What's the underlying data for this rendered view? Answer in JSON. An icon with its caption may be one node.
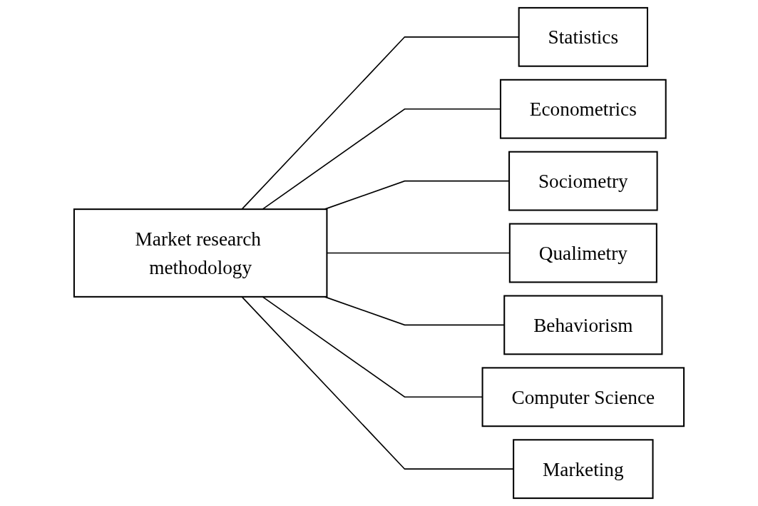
{
  "diagram": {
    "nodes": [
      {
        "text": [
          "Market research methodology"
        ]
      },
      {
        "text": [
          "Statistics"
        ]
      },
      {
        "text": [
          "Econometrics"
        ]
      },
      {
        "text": [
          "Sociometry"
        ]
      },
      {
        "text": [
          "Qualimetry"
        ]
      },
      {
        "text": [
          "Behaviorism"
        ]
      },
      {
        "text": [
          "Computer Science"
        ]
      },
      {
        "text": [
          "Marketing"
        ]
      }
    ],
    "edges": [
      {
        "from": 0,
        "to": 1,
        "arrow": "none"
      },
      {
        "from": 0,
        "to": 2,
        "arrow": "none"
      },
      {
        "from": 0,
        "to": 3,
        "arrow": "none"
      },
      {
        "from": 0,
        "to": 4,
        "arrow": "none"
      },
      {
        "from": 0,
        "to": 5,
        "arrow": "none"
      },
      {
        "from": 0,
        "to": 6,
        "arrow": "none"
      },
      {
        "from": 0,
        "to": 7,
        "arrow": "none"
      }
    ]
  }
}
